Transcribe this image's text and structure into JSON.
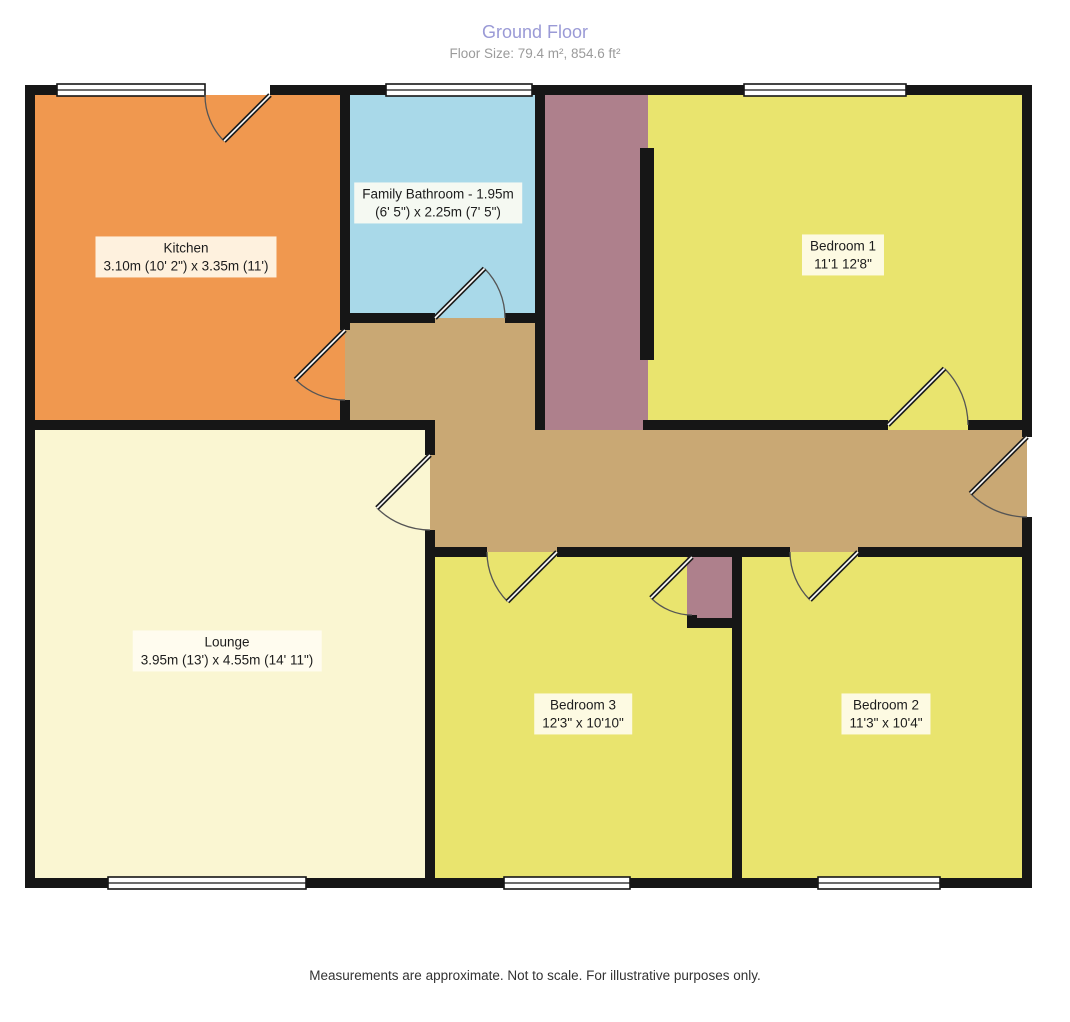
{
  "header": {
    "title": "Ground Floor",
    "subtitle": "Floor Size: 79.4 m², 854.6 ft²"
  },
  "rooms": {
    "kitchen": {
      "name": "Kitchen",
      "dims": "3.10m (10' 2\") x 3.35m (11')"
    },
    "bathroom": {
      "name": "Family Bathroom - 1.95m",
      "dims": "(6' 5\") x 2.25m (7' 5\")"
    },
    "bedroom1": {
      "name": "Bedroom 1",
      "dims": "11'1 12'8\""
    },
    "lounge": {
      "name": "Lounge",
      "dims": "3.95m (13') x 4.55m (14' 11\")"
    },
    "bedroom3": {
      "name": "Bedroom 3",
      "dims": "12'3\" x 10'10\""
    },
    "bedroom2": {
      "name": "Bedroom 2",
      "dims": "11'3\" x 10'4\""
    }
  },
  "colors": {
    "kitchen": "#f0984f",
    "bathroom": "#a9d9e9",
    "bedroom": "#e9e46e",
    "lounge": "#faf6d2",
    "hallway": "#c9a874",
    "closet": "#ae808c",
    "wall": "#161616",
    "title": "#9a9ad6"
  },
  "footer": {
    "disclaimer": "Measurements are approximate. Not to scale. For illustrative purposes only."
  }
}
